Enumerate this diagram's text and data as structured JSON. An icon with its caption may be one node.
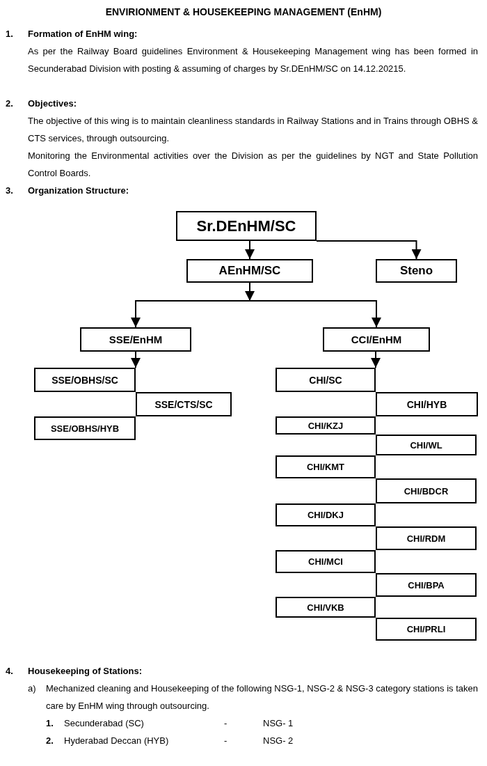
{
  "diagram": {
    "title": "ENVIRIONMENT & HOUSEKEEPING MANAGEMENT (EnHM)",
    "nodes": [
      {
        "text": [
          "Sr.DEnHM/SC"
        ]
      },
      {
        "text": [
          "AEnHM/SC"
        ]
      },
      {
        "text": [
          "Steno"
        ]
      },
      {
        "text": [
          "SSE/EnHM"
        ]
      },
      {
        "text": [
          "CCI/EnHM"
        ]
      },
      {
        "text": [
          "SSE/OBHS/SC"
        ]
      },
      {
        "text": [
          "SSE/CTS/SC"
        ]
      },
      {
        "text": [
          "SSE/OBHS/HYB"
        ]
      },
      {
        "text": [
          "CHI/SC"
        ]
      },
      {
        "text": [
          "CHI/HYB"
        ]
      },
      {
        "text": [
          "CHI/KZJ"
        ]
      },
      {
        "text": [
          "CHI/WL"
        ]
      },
      {
        "text": [
          "CHI/KMT"
        ]
      },
      {
        "text": [
          "CHI/BDCR"
        ]
      },
      {
        "text": [
          "CHI/DKJ"
        ]
      },
      {
        "text": [
          "CHI/RDM"
        ]
      },
      {
        "text": [
          "CHI/MCI"
        ]
      },
      {
        "text": [
          "CHI/BPA"
        ]
      },
      {
        "text": [
          "CHI/VKB"
        ]
      },
      {
        "text": [
          "CHI/PRLI"
        ]
      }
    ],
    "edges": [
      {
        "from": 0,
        "to": 1,
        "arrow": "to"
      },
      {
        "from": 0,
        "to": 2,
        "arrow": "to"
      },
      {
        "from": 1,
        "to": 3,
        "arrow": "to"
      },
      {
        "from": 1,
        "to": 4,
        "arrow": "to"
      },
      {
        "from": 3,
        "to": 5,
        "arrow": "to"
      },
      {
        "from": 4,
        "to": 8,
        "arrow": "to"
      }
    ],
    "labels": [
      "1.",
      "Formation of EnHM wing:",
      "As per the Railway Board guidelines Environment & Housekeeping Management wing has been formed in Secunderabad Division with posting & assuming of charges by Sr.DEnHM/SC on 14.12.20215.",
      "2.",
      "Objectives:",
      "The objective of this wing is to maintain cleanliness standards in Railway Stations and in Trains through OBHS & CTS services, through outsourcing.",
      "Monitoring the Environmental activities over the Division as per the guidelines by NGT and State Pollution Control Boards.",
      "3.",
      "Organization Structure:",
      "4.",
      "Housekeeping of Stations:",
      "a)",
      "Mechanized cleaning and Housekeeping of the following NSG-1, NSG-2 & NSG-3 category stations is taken care by EnHM wing through outsourcing.",
      "1.",
      "Secunderabad (SC)",
      "-",
      "NSG- 1",
      "2.",
      "Hyderabad Deccan (HYB)",
      "-",
      "NSG- 2"
    ]
  }
}
